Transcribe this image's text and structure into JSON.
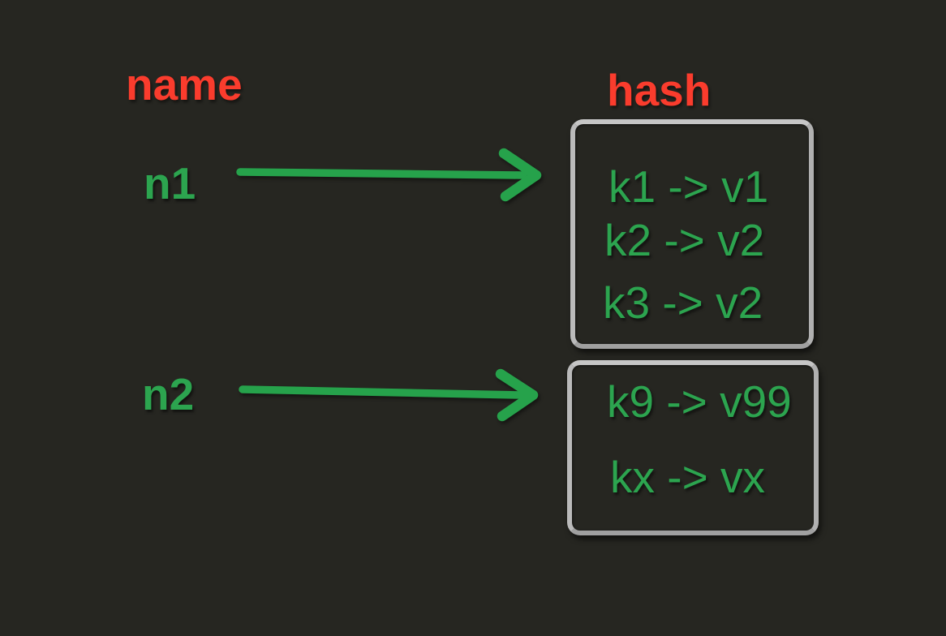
{
  "labels": {
    "name": "name",
    "hash": "hash"
  },
  "variables": [
    {
      "label": "n1"
    },
    {
      "label": "n2"
    }
  ],
  "hashes": [
    {
      "entries": [
        "k1 -> v1",
        "k2 -> v2",
        "k3 -> v2"
      ]
    },
    {
      "entries": [
        "k9 -> v99",
        "kx -> vx"
      ]
    }
  ],
  "arrows": [
    {
      "from": "n1",
      "to": "hash-box-1",
      "icon": "right-arrow-icon"
    },
    {
      "from": "n2",
      "to": "hash-box-2",
      "icon": "right-arrow-icon"
    }
  ],
  "colors": {
    "background": "#262621",
    "label_red": "#fa3c2d",
    "text_green": "#2ca44f",
    "arrow_green": "#26a24b",
    "box_border": "#b0b0b0"
  }
}
